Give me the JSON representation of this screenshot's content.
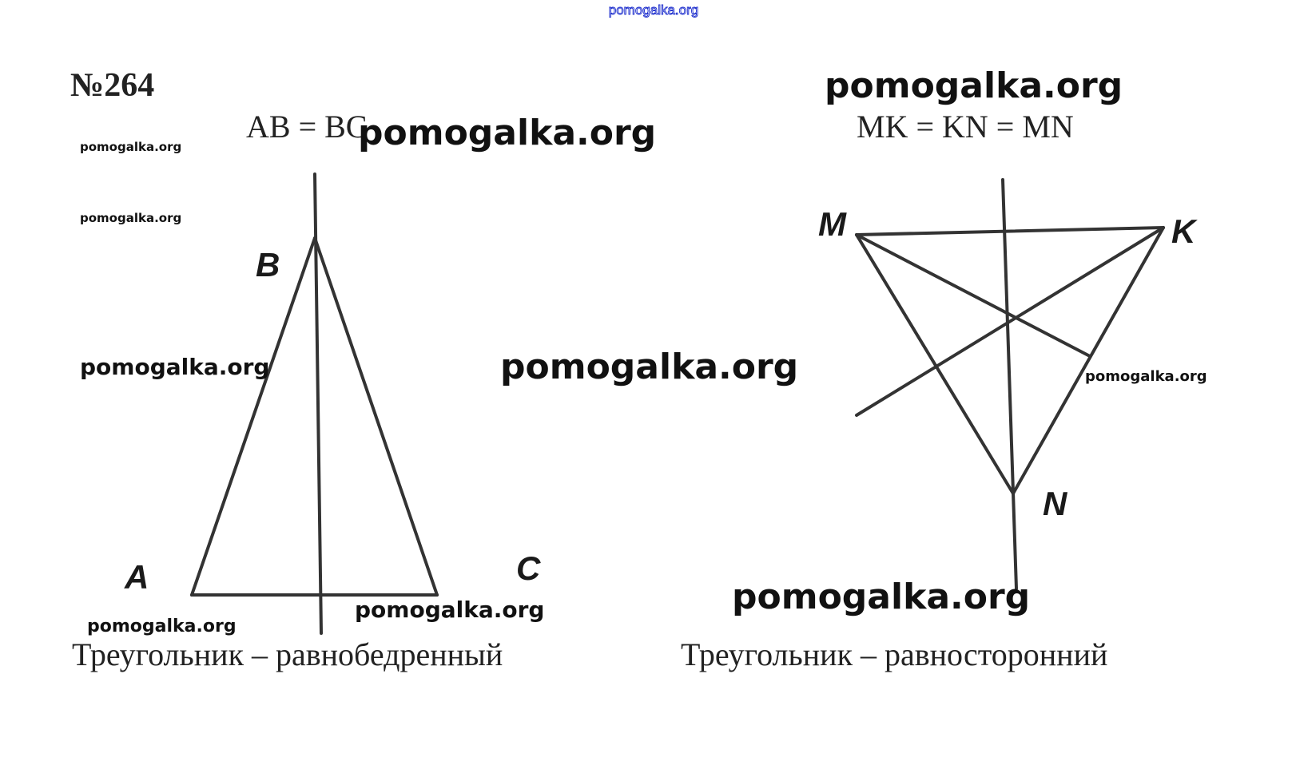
{
  "header": {
    "site_link": "pomogalka.org"
  },
  "task": {
    "number": "№264"
  },
  "left_figure": {
    "condition": "AB = BC",
    "points": {
      "a": "A",
      "b": "B",
      "c": "C"
    },
    "caption": "Треугольник – равнобедренный"
  },
  "right_figure": {
    "condition": "MK = KN = MN",
    "points": {
      "m": "M",
      "k": "K",
      "n": "N"
    },
    "caption": "Треугольник – равносторонний"
  },
  "watermarks": {
    "w1": "pomogalka.org",
    "w2": "pomogalka.org",
    "w3": "pomogalka.org",
    "w4": "pomogalka.org",
    "w5": "pomogalka.org",
    "w6": "pomogalka.org",
    "w7": "pomogalka.org",
    "w8": "pomogalka.org",
    "w9": "pomogalka.org",
    "w10": "pomogalka.org"
  },
  "colors": {
    "link": "#1a2bcc",
    "ink": "#333333"
  }
}
